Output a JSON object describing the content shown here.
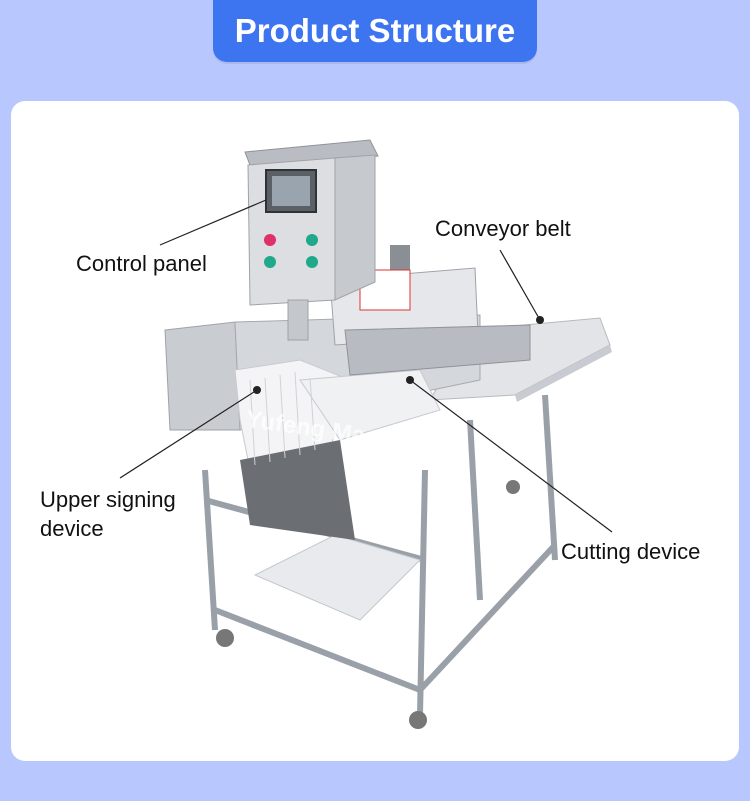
{
  "header": {
    "title": "Product Structure"
  },
  "labels": {
    "control_panel": "Control panel",
    "conveyor_belt": "Conveyor belt",
    "upper_signing_line1": "Upper signing",
    "upper_signing_line2": "device",
    "cutting_device": "Cutting device"
  },
  "watermark": "Yufeng Machinery",
  "colors": {
    "background": "#b8c8ff",
    "title_pill": "#3d74f0",
    "card": "#ffffff"
  }
}
